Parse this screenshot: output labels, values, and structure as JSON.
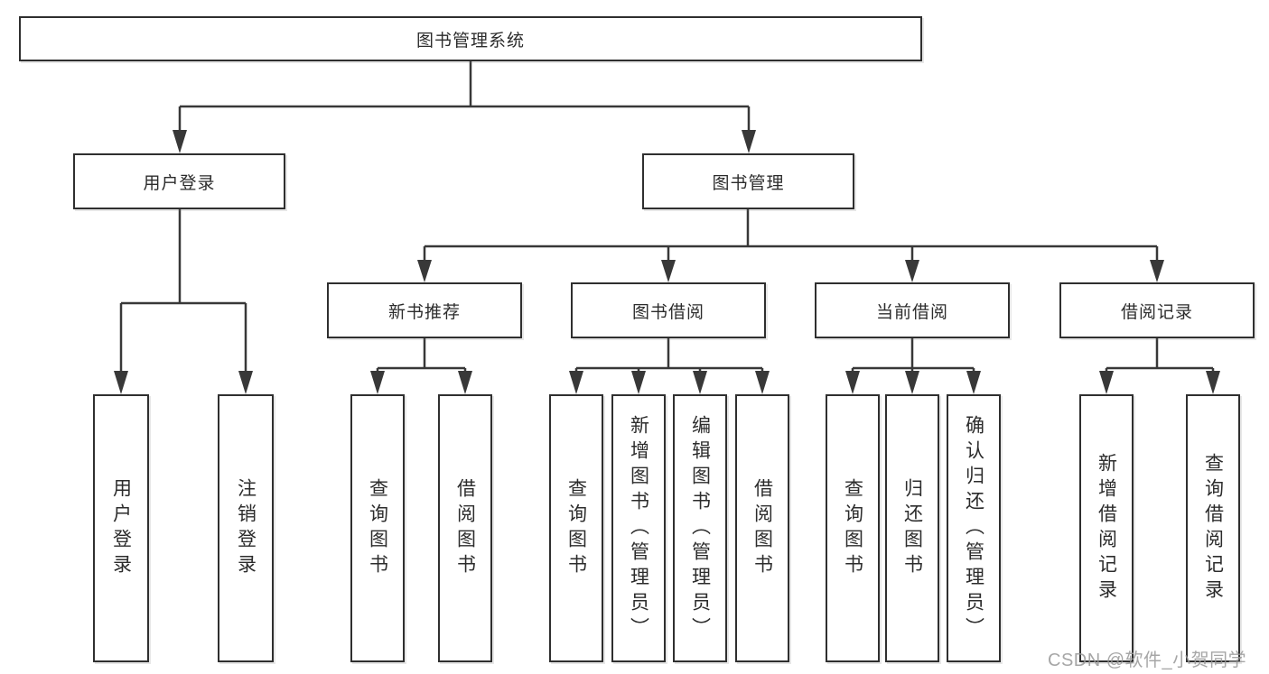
{
  "diagram_type": "hierarchy-tree",
  "colors": {
    "line": "#383838",
    "box_border": "#2f2f2f",
    "text": "#2c2c2c",
    "background": "#ffffff",
    "watermark": "#969696"
  },
  "tree": {
    "root": {
      "label": "图书管理系统",
      "children": [
        {
          "label": "用户登录",
          "children": [
            {
              "label": "用户登录"
            },
            {
              "label": "注销登录"
            }
          ]
        },
        {
          "label": "图书管理",
          "children": [
            {
              "label": "新书推荐",
              "children": [
                {
                  "label": "查询图书"
                },
                {
                  "label": "借阅图书"
                }
              ]
            },
            {
              "label": "图书借阅",
              "children": [
                {
                  "label": "查询图书"
                },
                {
                  "label": "新增图书（管理员）"
                },
                {
                  "label": "编辑图书（管理员）"
                },
                {
                  "label": "借阅图书"
                }
              ]
            },
            {
              "label": "当前借阅",
              "children": [
                {
                  "label": "查询图书"
                },
                {
                  "label": "归还图书"
                },
                {
                  "label": "确认归还（管理员）"
                }
              ]
            },
            {
              "label": "借阅记录",
              "children": [
                {
                  "label": "新增借阅记录"
                },
                {
                  "label": "查询借阅记录"
                }
              ]
            }
          ]
        }
      ]
    }
  },
  "watermark": "CSDN @软件_小贺同学"
}
